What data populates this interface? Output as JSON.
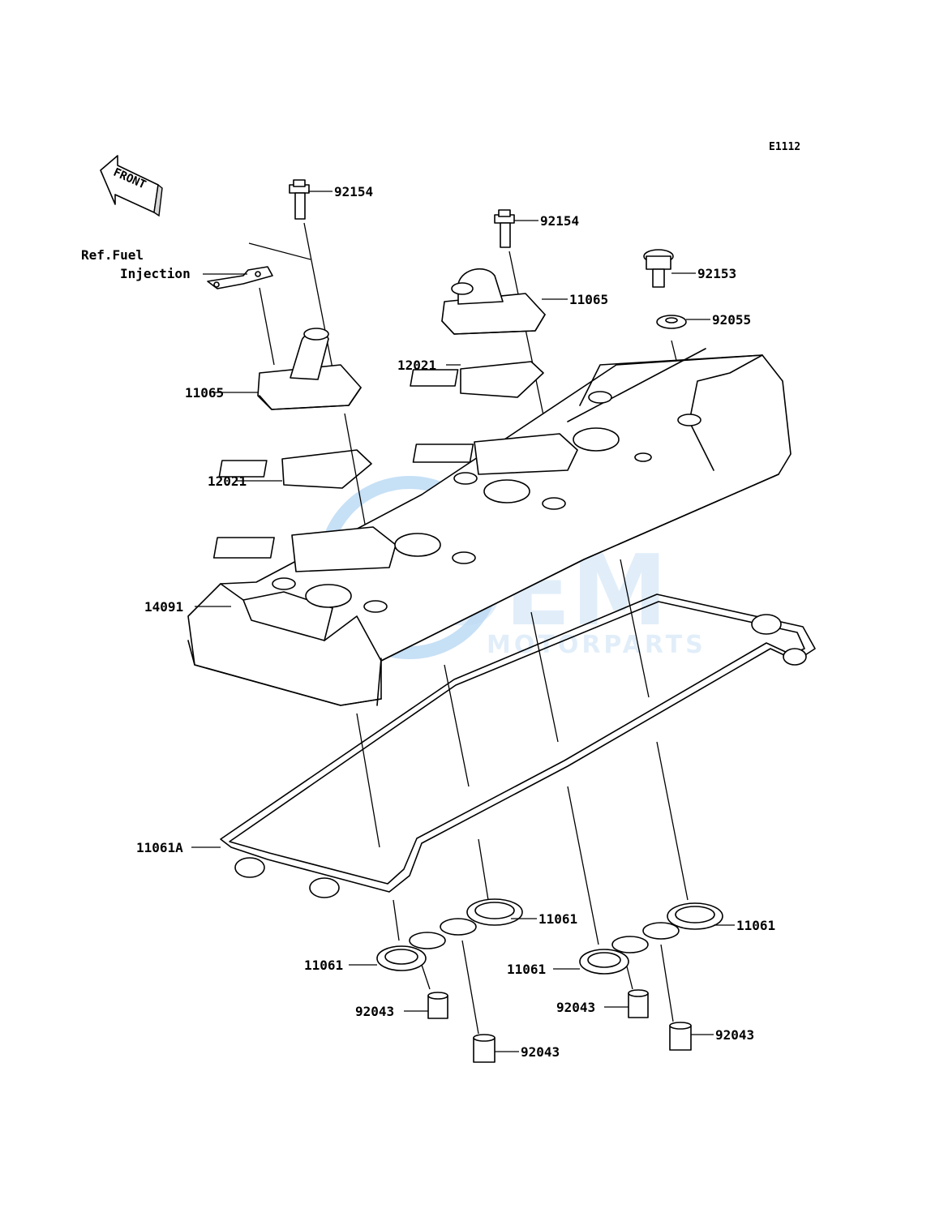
{
  "diagram_code": "E1112",
  "front_label": "FRONT",
  "ref_label_line1": "Ref.Fuel",
  "ref_label_line2": "Injection",
  "watermark": {
    "brand": "OEM",
    "sub": "MOTORPARTS"
  },
  "labels": {
    "bolt_left": "92154",
    "bolt_right": "92154",
    "bolt_top_right": "92153",
    "washer": "92055",
    "breather_left": "11065",
    "breather_right": "11065",
    "gasket_plate_left": "12021",
    "gasket_plate_right": "12021",
    "head_cover": "14091",
    "head_cover_gasket": "11061A",
    "plug_gasket_a": "11061",
    "plug_gasket_b": "11061",
    "plug_gasket_c": "11061",
    "plug_gasket_d": "11061",
    "dowel_a": "92043",
    "dowel_b": "92043",
    "dowel_c": "92043",
    "dowel_d": "92043"
  },
  "colors": {
    "line": "#000000",
    "watermark": "#7fb7e6",
    "fill": "#ffffff"
  }
}
